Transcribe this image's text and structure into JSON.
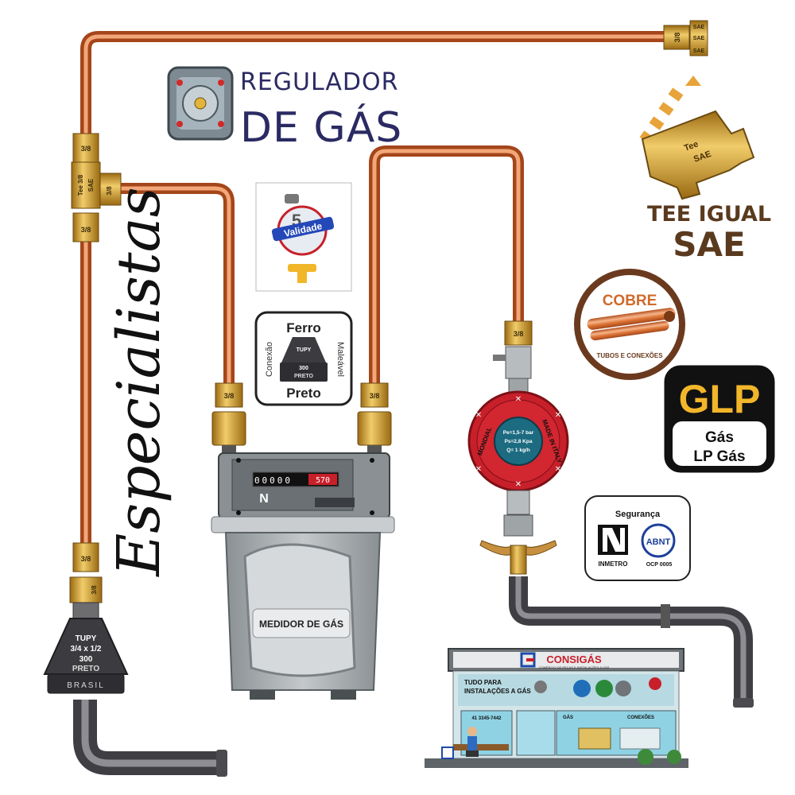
{
  "colors": {
    "copper": "#d9692a",
    "copper_light": "#f4b48a",
    "brass": "#c8962a",
    "dark_pipe": "#4a4a4f",
    "meter_gray": "#9aa0a3",
    "regulator_red": "#c8202a",
    "title_navy": "#2b2a63",
    "brown_text": "#5a3a1e"
  },
  "labels": {
    "regulador_line1": "REGULADOR",
    "regulador_line2": "DE GÁS",
    "tee_line1": "TEE IGUAL",
    "tee_line2": "SAE",
    "especialistas": "Especialistas",
    "cobre": "COBRE",
    "tubos_conexoes": "TUBOS E CONEXÕES",
    "glp": "GLP",
    "glp_line1": "Gás",
    "glp_line2": "LP Gás",
    "seguranca": "Segurança",
    "inmetro": "INMETRO",
    "abnt": "ABNT",
    "ocp": "OCP 0005",
    "validade": "Validade",
    "validade_anos": "5",
    "medidor": "MEDIDOR DE GÁS",
    "meter_digits": "00000",
    "meter_red": "570"
  },
  "ferro_box": {
    "top": "Ferro",
    "bottom": "Preto",
    "left": "Conexão",
    "right": "Maleável",
    "part_brand": "TUPY",
    "part_size": "300",
    "part_color": "PRETO"
  },
  "tupy_fitting": {
    "brand": "TUPY",
    "size": "3/4 x 1/2",
    "number": "300",
    "color": "PRETO",
    "origin": "BRASIL"
  },
  "fittings": {
    "sae_38": "3/8",
    "sae": "SAE",
    "tee_38": "Tee 3/8",
    "tee_sae": "Tee",
    "sae_label": "SAE"
  },
  "regulator": {
    "left": "MONDIAL",
    "right": "MADE IN ITALY",
    "line1": "Pe=1,5-7 bar",
    "line2": "Ps=2,8 Kpa",
    "line3": "Q= 1 kg/h"
  },
  "store": {
    "name": "CONSIGÁS",
    "tagline": "COMÉRCIO DE PEÇAS E INSTALAÇÕES A GÁS",
    "banner_line1": "TUDO PARA",
    "banner_line2": "INSTALAÇÕES A GÁS",
    "phone": "41 3345-7442",
    "section_gas": "GÁS",
    "section_conexoes": "CONEXÕES"
  }
}
